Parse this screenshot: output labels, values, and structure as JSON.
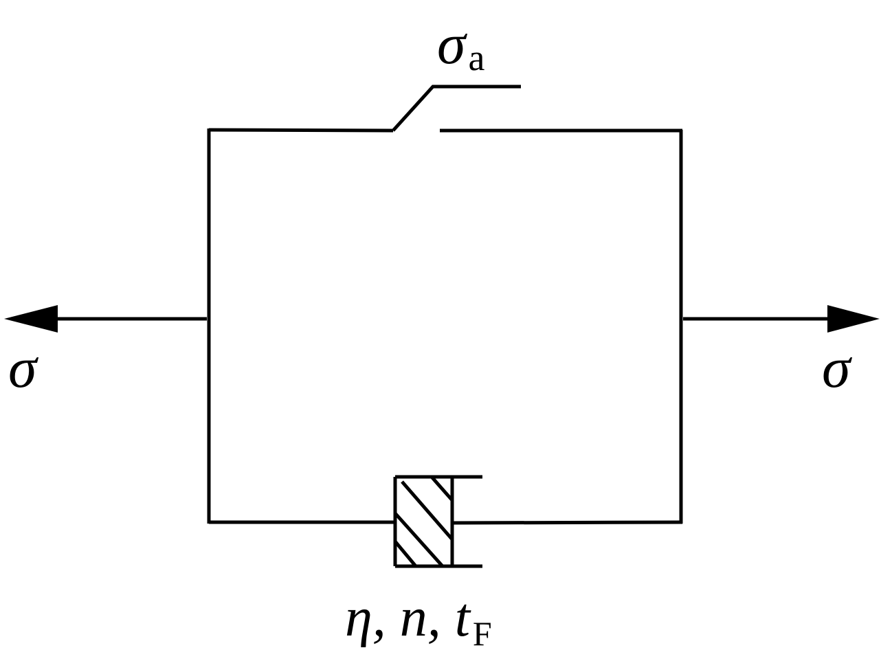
{
  "labels": {
    "sigma_left": "σ",
    "sigma_right": "σ",
    "switch_symbol": "σ",
    "switch_subscript": "a",
    "dashpot_params": "η, n, t",
    "dashpot_subscript": "F"
  },
  "colors": {
    "stroke": "#000000",
    "background": "#ffffff"
  }
}
